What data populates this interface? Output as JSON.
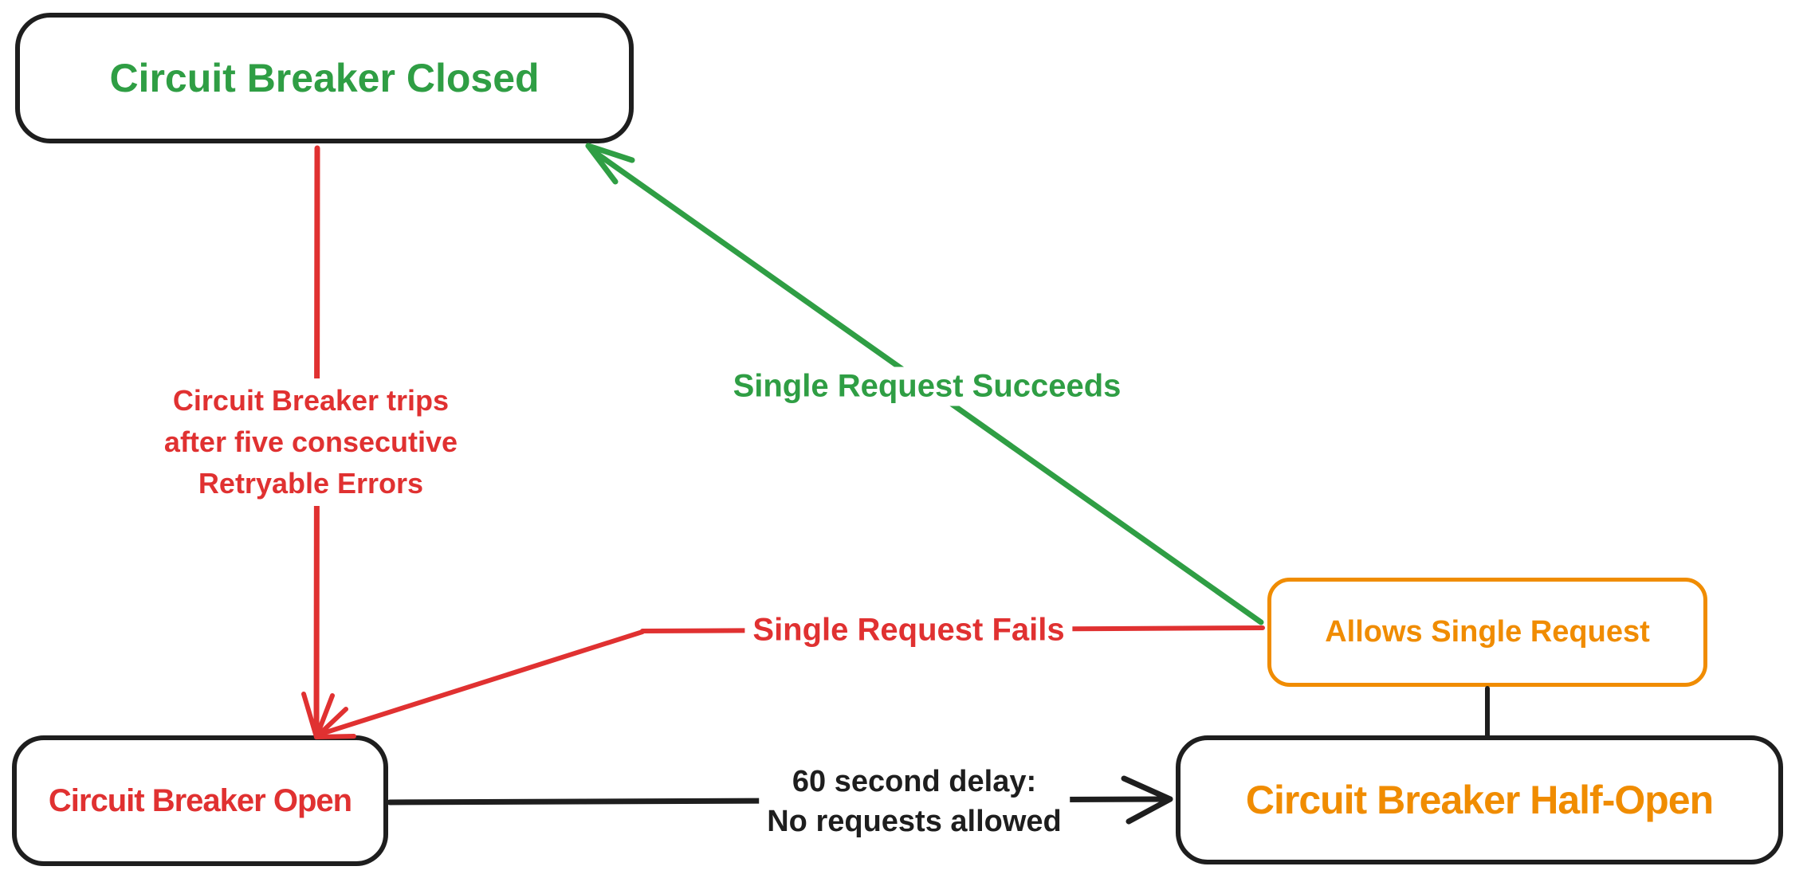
{
  "diagram": {
    "type": "state-diagram",
    "style": "hand-drawn",
    "background": "#ffffff",
    "colors": {
      "green": "#2f9e44",
      "red": "#e03131",
      "orange": "#f08c00",
      "black": "#1e1e1e"
    },
    "nodes": {
      "closed": {
        "label": "Circuit Breaker Closed",
        "text_color": "#2f9e44",
        "border_color": "#1e1e1e"
      },
      "open": {
        "label": "Circuit Breaker Open",
        "text_color": "#e03131",
        "border_color": "#1e1e1e"
      },
      "half_open": {
        "label": "Circuit Breaker Half-Open",
        "text_color": "#f08c00",
        "border_color": "#1e1e1e"
      },
      "allows_single_request": {
        "label": "Allows Single Request",
        "text_color": "#f08c00",
        "border_color": "#f08c00"
      }
    },
    "edges": {
      "trips": {
        "from": "closed",
        "to": "open",
        "color": "#e03131",
        "arrowhead": "to",
        "label_lines": [
          "Circuit Breaker trips",
          "after five consecutive",
          "Retryable Errors"
        ]
      },
      "succeeds": {
        "from": "allows_single_request",
        "to": "closed",
        "color": "#2f9e44",
        "arrowhead": "to",
        "label": "Single Request Succeeds"
      },
      "fails": {
        "from": "allows_single_request",
        "to": "open",
        "color": "#e03131",
        "arrowhead": "to",
        "label": "Single Request Fails"
      },
      "delay": {
        "from": "open",
        "to": "half_open",
        "color": "#1e1e1e",
        "arrowhead": "to",
        "label_lines": [
          "60 second delay:",
          "No requests allowed"
        ]
      },
      "half_open_probe_link": {
        "from": "half_open",
        "to": "allows_single_request",
        "color": "#1e1e1e",
        "arrowhead": "none"
      }
    }
  }
}
